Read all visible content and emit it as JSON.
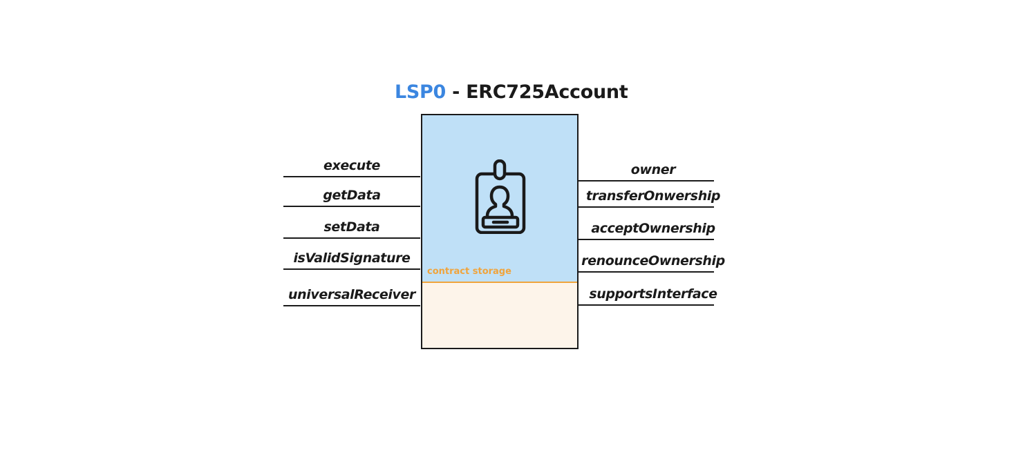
{
  "title": {
    "highlight": "LSP0",
    "rest": " - ERC725Account"
  },
  "contract": {
    "icon": "id-badge-person-icon",
    "storage_label": "contract storage",
    "colors": {
      "top_fill": "#bfe0f7",
      "bottom_fill": "#fdf4ea",
      "divider": "#f0a43c",
      "highlight": "#3b86e0"
    }
  },
  "left_functions": [
    "execute",
    "getData",
    "setData",
    "isValidSignature",
    "universalReceiver"
  ],
  "right_functions": [
    "owner",
    "transferOnwership",
    "acceptOwnership",
    "renounceOwnership",
    "supportsInterface"
  ]
}
